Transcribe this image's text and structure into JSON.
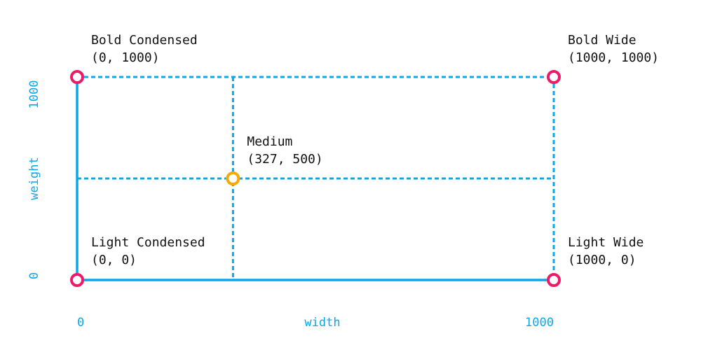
{
  "colors": {
    "axis": "#0aa8ea",
    "corner_marker": "#ec1a68",
    "instance_marker": "#f6aa00",
    "label_text": "#111111",
    "background": "#ffffff"
  },
  "axes": {
    "x": {
      "label": "width",
      "min": 0,
      "max": 1000,
      "min_label": "0",
      "max_label": "1000"
    },
    "y": {
      "label": "weight",
      "min": 0,
      "max": 1000,
      "min_label": "0",
      "max_label": "1000"
    }
  },
  "points": [
    {
      "id": "light-condensed",
      "name": "Light Condensed",
      "coords": "(0, 0)",
      "width": 0,
      "weight": 0,
      "kind": "corner"
    },
    {
      "id": "bold-condensed",
      "name": "Bold Condensed",
      "coords": "(0, 1000)",
      "width": 0,
      "weight": 1000,
      "kind": "corner"
    },
    {
      "id": "light-wide",
      "name": "Light Wide",
      "coords": "(1000, 0)",
      "width": 1000,
      "weight": 0,
      "kind": "corner"
    },
    {
      "id": "bold-wide",
      "name": "Bold Wide",
      "coords": "(1000, 1000)",
      "width": 1000,
      "weight": 1000,
      "kind": "corner"
    },
    {
      "id": "medium",
      "name": "Medium",
      "coords": "(327, 500)",
      "width": 327,
      "weight": 500,
      "kind": "instance"
    }
  ]
}
